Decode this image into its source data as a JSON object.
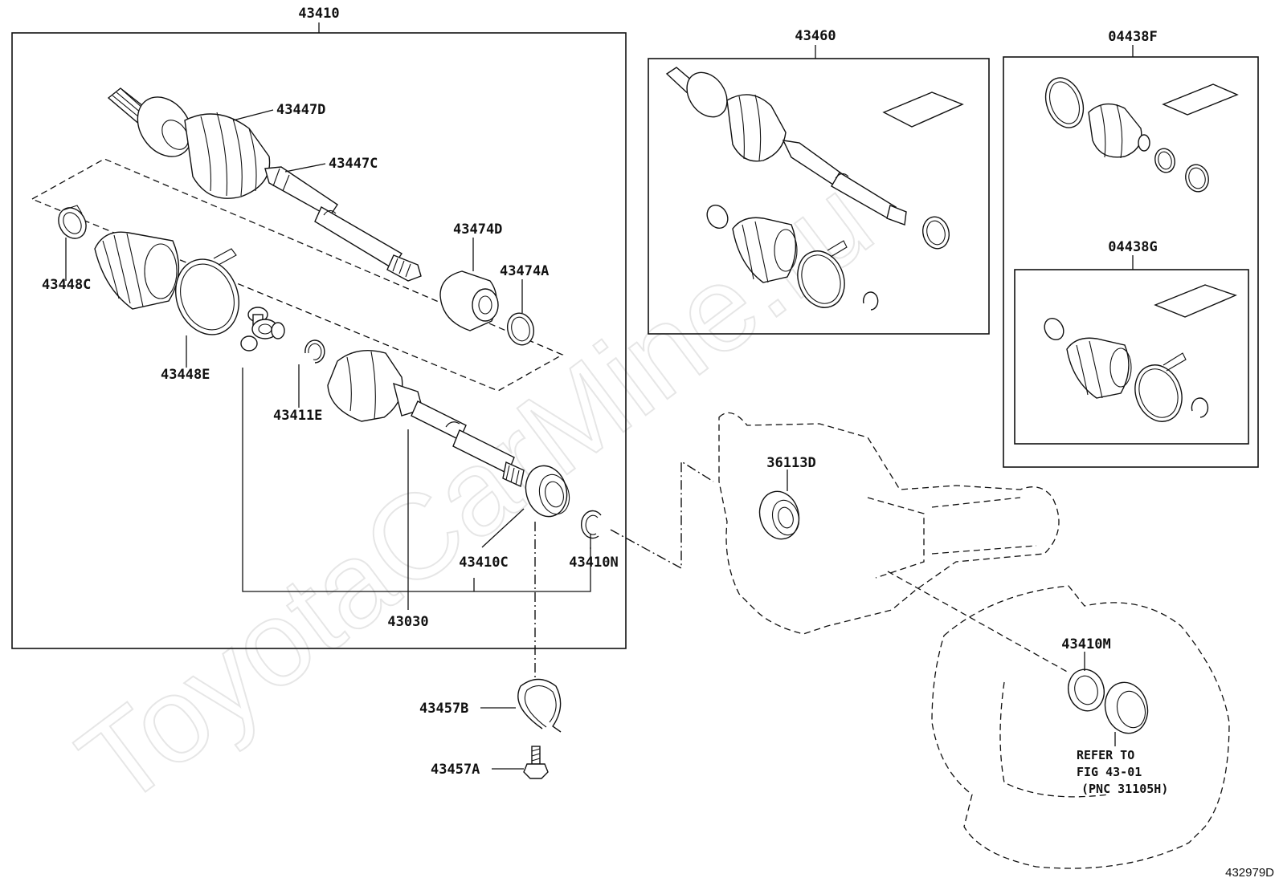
{
  "watermark": "ToyotaCarMine.ru",
  "diagram_id": "432979D",
  "groups": {
    "drive_shaft_assy": "43410",
    "shaft_assy_alt": "43460",
    "boot_kit_outboard": "04438F",
    "boot_kit_inboard": "04438G"
  },
  "labels": {
    "outboard_joint": "43447D",
    "shaft_sleeve": "43447C",
    "damper": "43474D",
    "damper_clamp": "43474A",
    "boot_clamp_small": "43448C",
    "boot_band": "43448E",
    "snap_ring": "43411E",
    "inboard_joint": "43030",
    "bearing": "43410C",
    "snap_ring_n": "43410N",
    "seal": "36113D",
    "seal_m": "43410M",
    "bracket": "43457B",
    "bolt": "43457A"
  },
  "refer_note": {
    "line1": "REFER TO",
    "line2": "FIG 43-01",
    "line3": "(PNC 31105H)"
  }
}
